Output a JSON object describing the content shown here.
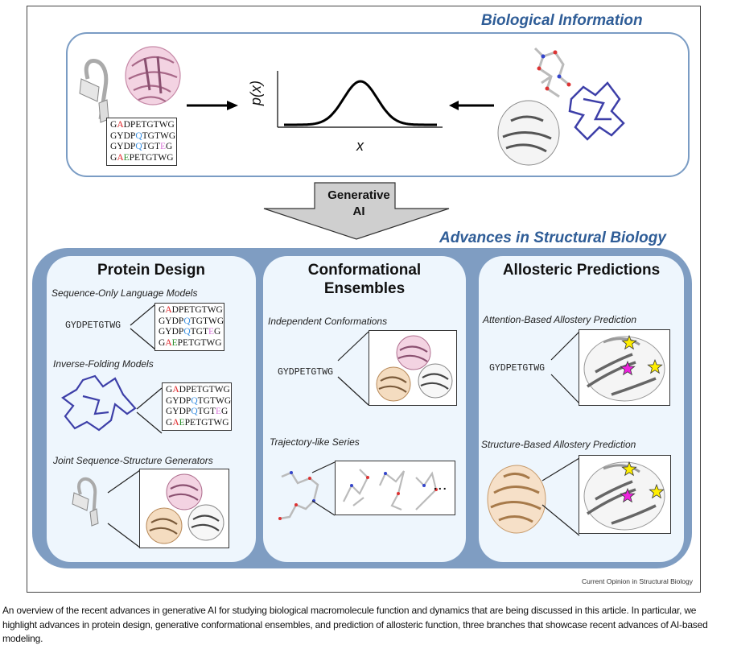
{
  "figure": {
    "top_section_title": "Biological Information",
    "arrow_label_line1": "Generative",
    "arrow_label_line2": "AI",
    "bottom_section_title": "Advances in Structural Biology",
    "credit": "Current Opinion in Structural Biology",
    "plot": {
      "ylabel": "p(x)",
      "xlabel": "x"
    },
    "sequence_alignment": [
      [
        {
          "t": "G"
        },
        {
          "t": "A",
          "c": "red"
        },
        {
          "t": "DPETGTWG"
        }
      ],
      [
        {
          "t": "GYDP"
        },
        {
          "t": "Q",
          "c": "blue"
        },
        {
          "t": "TGTWG"
        }
      ],
      [
        {
          "t": "GYDP"
        },
        {
          "t": "Q",
          "c": "blue"
        },
        {
          "t": "TGT"
        },
        {
          "t": "E",
          "c": "pink"
        },
        {
          "t": "G"
        }
      ],
      [
        {
          "t": "G"
        },
        {
          "t": "A",
          "c": "red"
        },
        {
          "t": "E",
          "c": "green"
        },
        {
          "t": "PETGTWG"
        }
      ]
    ],
    "query_sequence": "GYDPETGTWG",
    "colors": {
      "accent_title": "#2f5d97",
      "panel_border": "#7a9cc4",
      "panel_fill": "#7f9dc2",
      "card_fill": "#eef6fd",
      "pink_protein": "#e8a9c9",
      "tan_protein": "#e8b98a",
      "blue_protein": "#3d3fa8",
      "star_yellow": "#ffee00",
      "star_magenta": "#ee22dd"
    },
    "cards": [
      {
        "title": "Protein Design",
        "items": [
          {
            "subtitle": "Sequence-Only Language Models"
          },
          {
            "subtitle": "Inverse-Folding Models"
          },
          {
            "subtitle": "Joint Sequence-Structure Generators"
          }
        ]
      },
      {
        "title_line1": "Conformational",
        "title_line2": "Ensembles",
        "items": [
          {
            "subtitle": "Independent Conformations"
          },
          {
            "subtitle": "Trajectory-like Series",
            "ellipsis": "..."
          }
        ]
      },
      {
        "title": "Allosteric Predictions",
        "items": [
          {
            "subtitle": "Attention-Based Allostery Prediction"
          },
          {
            "subtitle": "Structure-Based Allostery Prediction"
          }
        ]
      }
    ]
  },
  "caption": "An overview of the recent advances in generative AI for studying biological macromolecule function and dynamics that are being discussed in this article. In particular, we highlight advances in protein design, generative conformational ensembles, and prediction of allosteric function, three branches that showcase recent advances of AI-based modeling."
}
